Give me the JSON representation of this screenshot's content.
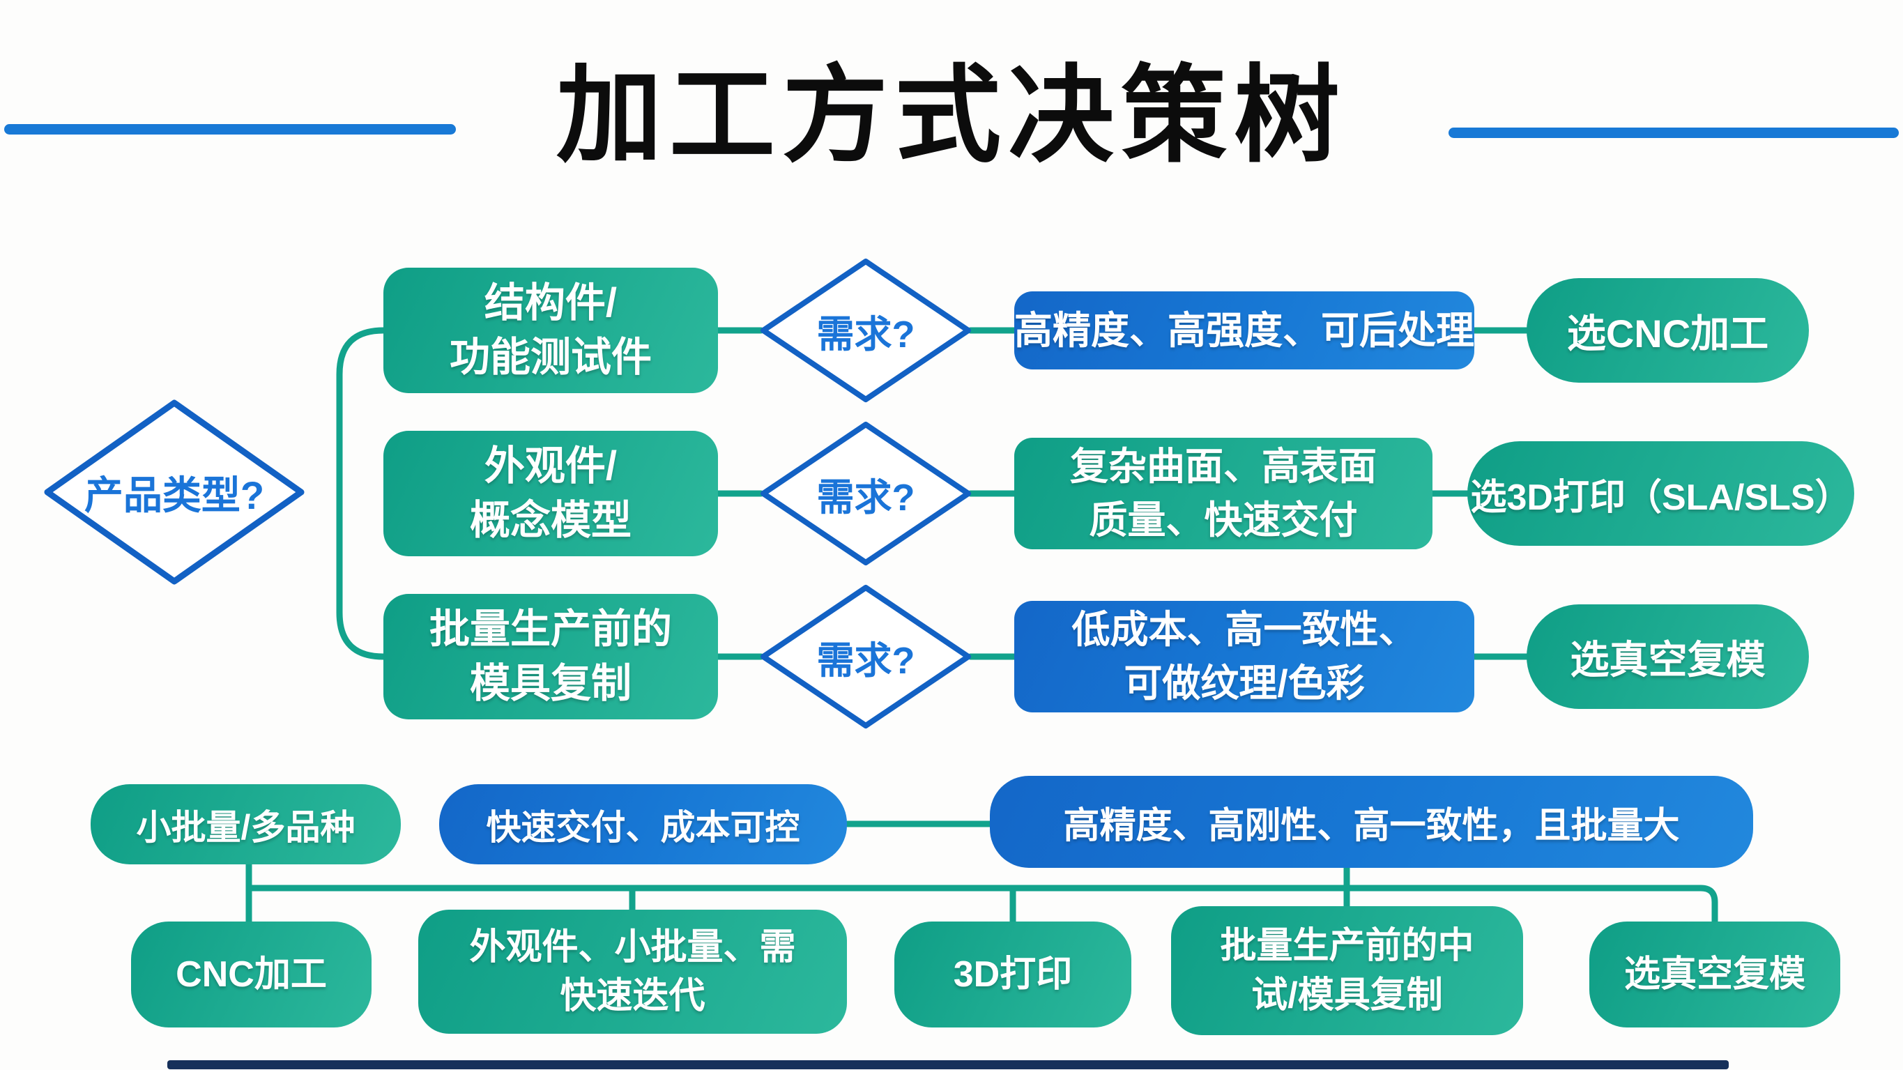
{
  "page": {
    "title": "加工方式决策树"
  },
  "tree": {
    "root": {
      "question": "产品类型?"
    },
    "branches": [
      {
        "category": [
          "结构件/",
          "功能测试件"
        ],
        "question": "需求?",
        "requirement": [
          "高精度、高强度、可后处理"
        ],
        "requirement_style": "blue",
        "result": "选CNC加工"
      },
      {
        "category": [
          "外观件/",
          "概念模型"
        ],
        "question": "需求?",
        "requirement": [
          "复杂曲面、高表面",
          "质量、快速交付"
        ],
        "requirement_style": "green",
        "result": "选3D打印（SLA/SLS）"
      },
      {
        "category": [
          "批量生产前的",
          "模具复制"
        ],
        "question": "需求?",
        "requirement": [
          "低成本、高一致性、",
          "可做纹理/色彩"
        ],
        "requirement_style": "blue",
        "result": "选真空复模"
      }
    ]
  },
  "scenarios": [
    {
      "label": "小批量/多品种",
      "style": "green"
    },
    {
      "label": "快速交付、成本可控",
      "style": "blue"
    },
    {
      "label": "高精度、高刚性、高一致性，且批量大",
      "style": "blue"
    }
  ],
  "outcomes": [
    {
      "label": [
        "CNC加工"
      ]
    },
    {
      "label": [
        "外观件、小批量、需",
        "快速迭代"
      ]
    },
    {
      "label": [
        "3D打印"
      ]
    },
    {
      "label": [
        "批量生产前的中",
        "试/模具复制"
      ]
    },
    {
      "label": [
        "选真空复模"
      ]
    }
  ],
  "colors": {
    "teal": "#12a38c",
    "teal_light": "#2db89c",
    "blue": "#1673d2",
    "blue_light": "#2288dd",
    "diamond_border": "#1261c4",
    "diamond_text": "#1a74d8",
    "title_dash": "#1879d6",
    "footer_bar": "#16305a"
  }
}
